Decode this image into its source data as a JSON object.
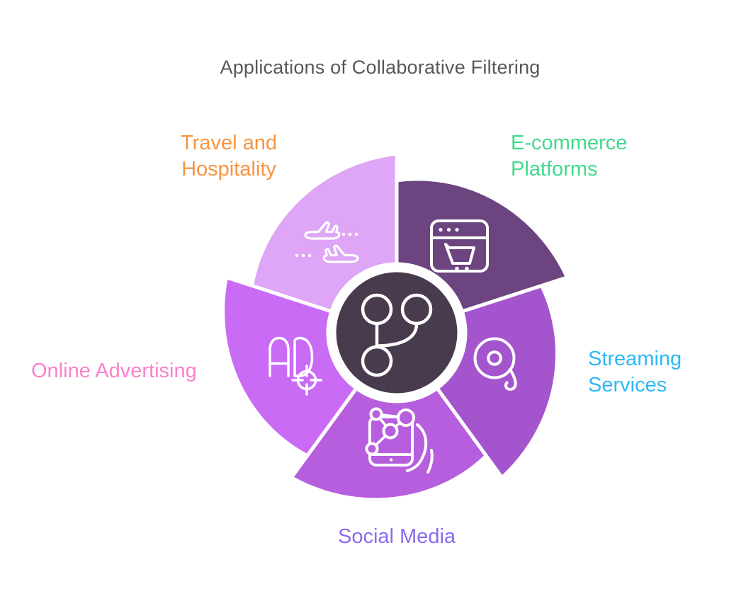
{
  "title": "Applications of Collaborative Filtering",
  "colors": {
    "background": "#ffffff",
    "title": "#58585a",
    "center_circle_fill": "#493b4e",
    "icon_stroke": "#ffffff",
    "separator": "#ffffff"
  },
  "center": {
    "icon": "git-branch-icon"
  },
  "segments": [
    {
      "id": "travel",
      "label": "Travel and\nHospitality",
      "label_color": "#f7943e",
      "fill": "#dfa5f6",
      "icon": "airplanes-icon"
    },
    {
      "id": "ecommerce",
      "label": "E-commerce\nPlatforms",
      "label_color": "#41d98d",
      "fill": "#6c4480",
      "icon": "browser-cart-icon"
    },
    {
      "id": "streaming",
      "label": "Streaming\nServices",
      "label_color": "#2cb9f6",
      "fill": "#a455ce",
      "icon": "film-reel-icon"
    },
    {
      "id": "social",
      "label": "Social Media",
      "label_color": "#8a6bef",
      "fill": "#b75edf",
      "icon": "phone-network-icon"
    },
    {
      "id": "advertising",
      "label": "Online Advertising",
      "label_color": "#f782cb",
      "fill": "#c96bf5",
      "icon": "ad-target-icon"
    }
  ]
}
